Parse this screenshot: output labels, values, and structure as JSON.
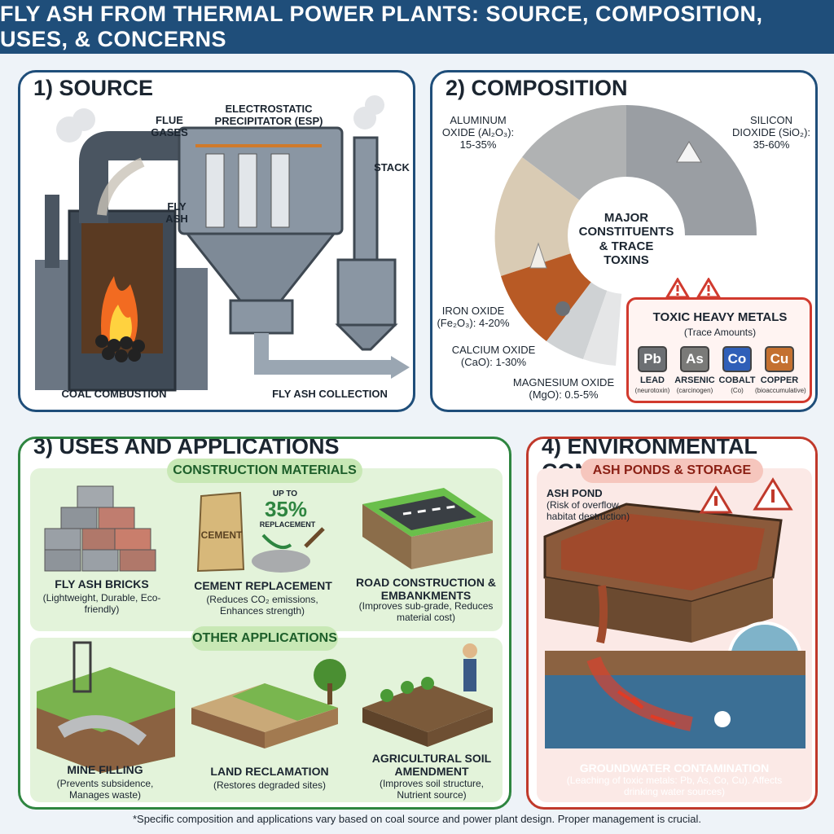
{
  "title": "FLY ASH FROM THERMAL POWER PLANTS: SOURCE, COMPOSITION, USES, & CONCERNS",
  "source": {
    "heading": "1) SOURCE",
    "flue_gases": "FLUE GASES",
    "esp": "ELECTROSTATIC PRECIPITATOR (ESP)",
    "fly_ash": "FLY ASH",
    "stack": "STACK",
    "coal_combustion": "COAL COMBUSTION",
    "fly_ash_collection": "FLY ASH COLLECTION"
  },
  "composition": {
    "heading": "2) COMPOSITION",
    "center": "MAJOR CONSTITUENTS & TRACE TOXINS",
    "aluminum": "ALUMINUM OXIDE (Al₂O₃): 15-35%",
    "silicon": "SILICON DIOXIDE (SiO₂): 35-60%",
    "iron": "IRON OXIDE (Fe₂O₃): 4-20%",
    "calcium": "CALCIUM OXIDE (CaO): 1-30%",
    "magnesium": "MAGNESIUM OXIDE (MgO): 0.5-5%",
    "toxic_title": "TOXIC HEAVY METALS",
    "toxic_sub": "(Trace Amounts)",
    "metals": [
      {
        "symbol": "Pb",
        "name": "LEAD",
        "note": "(neurotoxin)",
        "color": "#6c6f73"
      },
      {
        "symbol": "As",
        "name": "ARSENIC",
        "note": "(carcinogen)",
        "color": "#7a7a78"
      },
      {
        "symbol": "Co",
        "name": "COBALT",
        "note": "(Co)",
        "color": "#2f5fb8"
      },
      {
        "symbol": "Cu",
        "name": "COPPER",
        "note": "(bioaccumulative)",
        "color": "#c4702f"
      }
    ]
  },
  "uses": {
    "heading": "3) USES AND APPLICATIONS",
    "construction": "CONSTRUCTION MATERIALS",
    "other": "OTHER APPLICATIONS",
    "bricks_title": "FLY ASH BRICKS",
    "bricks_sub": "(Lightweight, Durable, Eco-friendly)",
    "cement_label": "CEMENT",
    "upto": "UP TO",
    "pct": "35%",
    "replacement": "REPLACEMENT",
    "cement_title": "CEMENT REPLACEMENT",
    "cement_sub": "(Reduces CO₂ emissions, Enhances strength)",
    "road_title": "ROAD CONSTRUCTION & EMBANKMENTS",
    "road_sub": "(Improves sub-grade, Reduces material cost)",
    "mine_title": "MINE FILLING",
    "mine_sub": "(Prevents subsidence, Manages waste)",
    "land_title": "LAND RECLAMATION",
    "land_sub": "(Restores degraded sites)",
    "agri_title": "AGRICULTURAL SOIL AMENDMENT",
    "agri_sub": "(Improves soil structure, Nutrient source)"
  },
  "concerns": {
    "heading": "4) ENVIRONMENTAL CONCERNS",
    "ponds": "ASH PONDS & STORAGE",
    "ash_pond": "ASH POND",
    "ash_pond_sub": "(Risk of overflow, habitat destruction)",
    "gw_title": "GROUNDWATER CONTAMINATION",
    "gw_sub": "(Leaching of toxic metals: Pb, As, Co, Cu). Affects drinking water sources)"
  },
  "footer": "*Specific composition and applications vary based on coal source and power plant design. Proper management is crucial."
}
